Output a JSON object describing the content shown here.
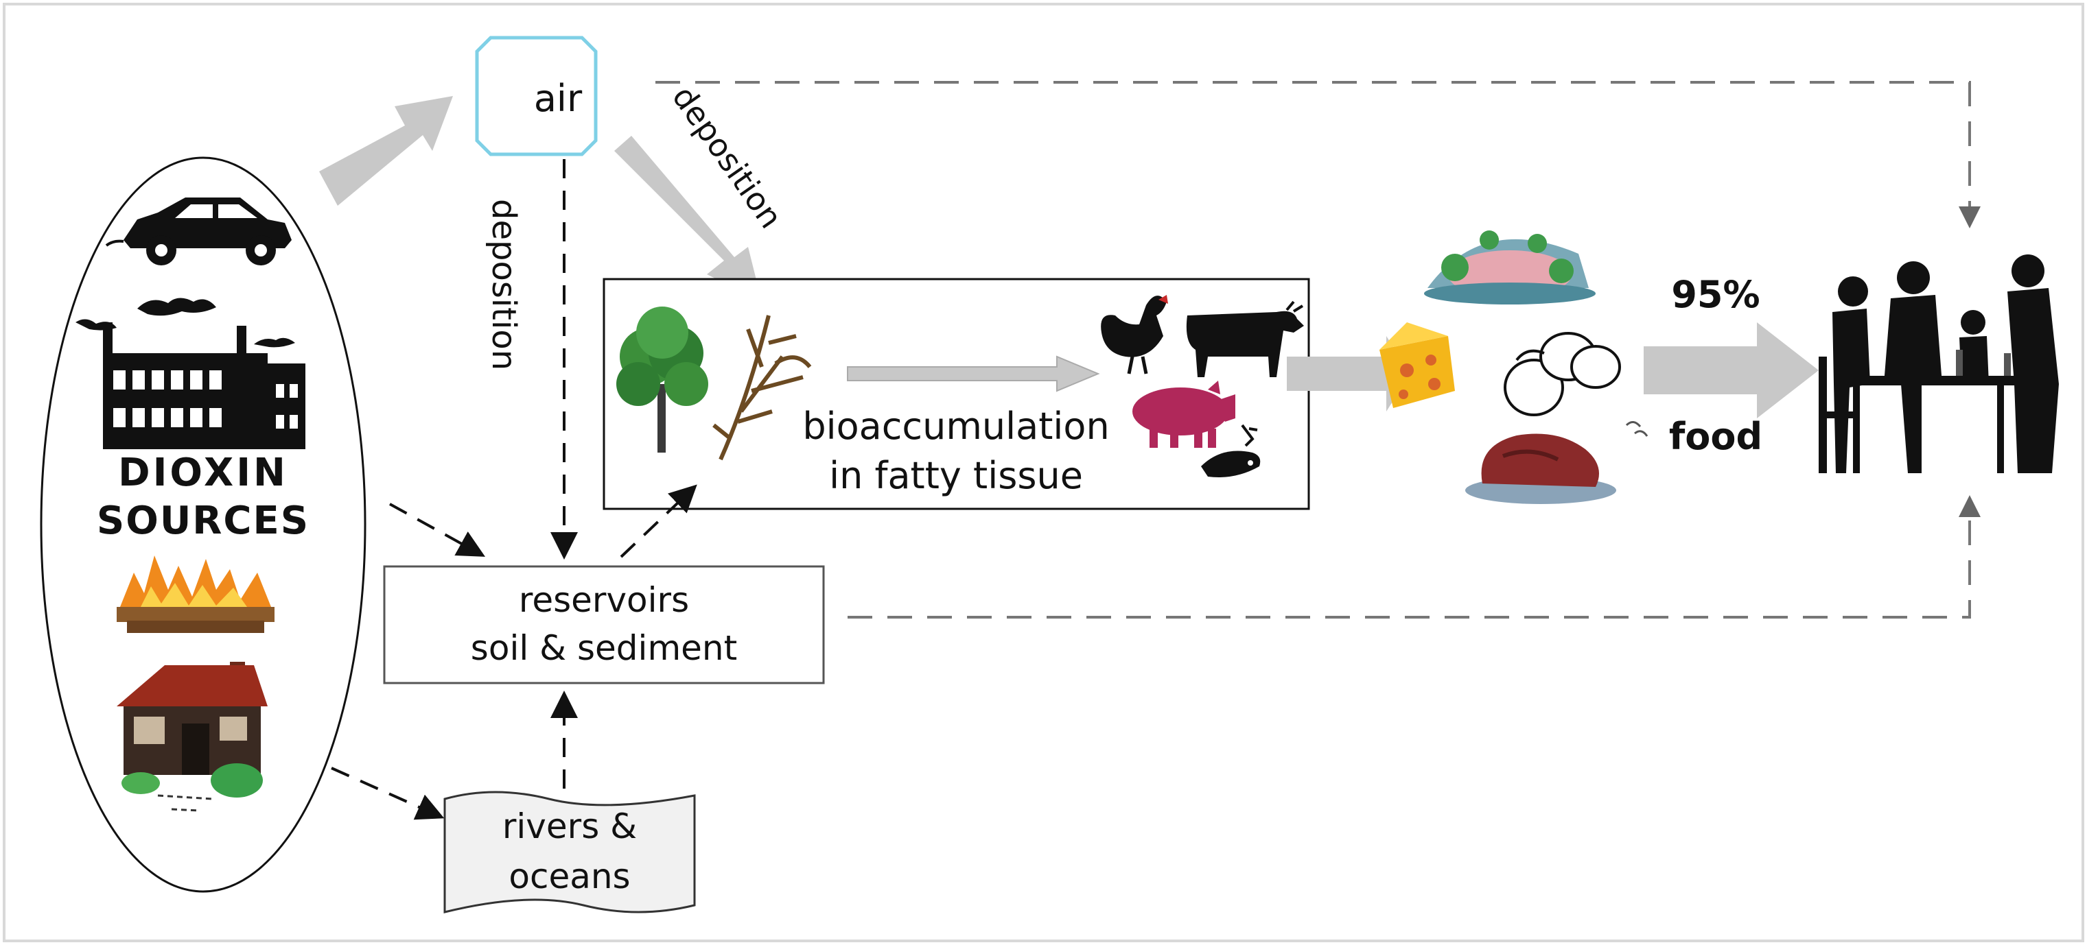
{
  "diagram": {
    "sources": {
      "line1": "DIOXIN",
      "line2": "SOURCES",
      "icons": [
        "car-icon",
        "factory-icon",
        "fire-icon",
        "house-icon"
      ]
    },
    "air": {
      "label": "air",
      "border_color": "#7fd0e6"
    },
    "deposition_labels": {
      "vertical": "deposition",
      "diagonal": "deposition"
    },
    "bioaccumulation": {
      "line1": "bioaccumulation",
      "line2": "in fatty tissue",
      "icons": [
        "tree-icon",
        "grass-icon",
        "rooster-icon",
        "cow-icon",
        "pig-icon",
        "fish-icon"
      ]
    },
    "reservoirs": {
      "line1": "reservoirs",
      "line2": "soil & sediment"
    },
    "rivers": {
      "line1": "rivers &",
      "line2": "oceans"
    },
    "food_icons": [
      "fish-dish-icon",
      "cheese-icon",
      "eggs-icon",
      "meat-dish-icon"
    ],
    "food_path": {
      "percent": "95%",
      "label": "food"
    },
    "people_icon": "people-at-table-icon",
    "colors": {
      "arrow_gray": "#c8c8c8",
      "ink": "#111111",
      "fire": "#f08a1c",
      "pig": "#b0285a",
      "cheese": "#f4b61a"
    }
  }
}
